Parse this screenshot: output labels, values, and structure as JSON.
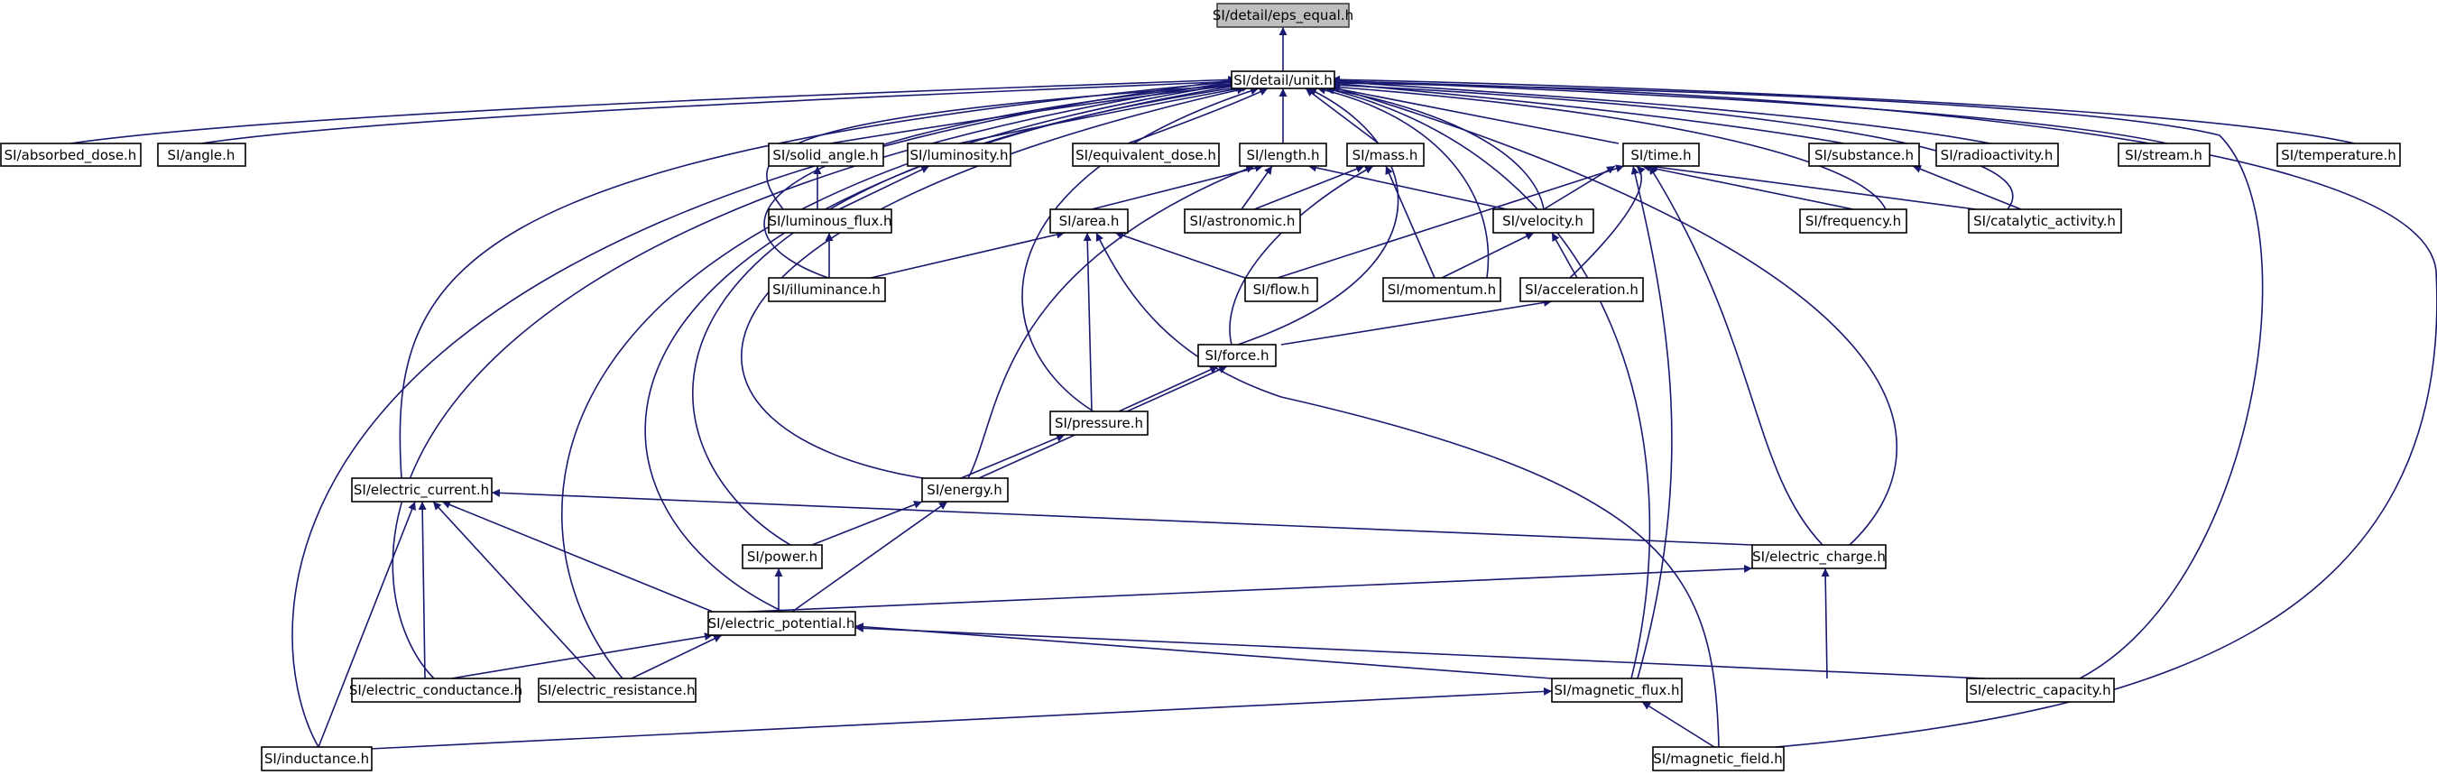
{
  "colors": {
    "edge": "#191970",
    "node_border": "#000000",
    "root_fill": "#bfbfbf",
    "node_fill": "#ffffff"
  },
  "nodes": {
    "eps_equal": "SI/detail/eps_equal.h",
    "unit": "SI/detail/unit.h",
    "absorbed_dose": "SI/absorbed_dose.h",
    "angle": "SI/angle.h",
    "solid_angle": "SI/solid_angle.h",
    "luminosity": "SI/luminosity.h",
    "equivalent_dose": "SI/equivalent_dose.h",
    "length": "SI/length.h",
    "mass": "SI/mass.h",
    "time": "SI/time.h",
    "substance": "SI/substance.h",
    "radioactivity": "SI/radioactivity.h",
    "stream": "SI/stream.h",
    "temperature": "SI/temperature.h",
    "luminous_flux": "SI/luminous_flux.h",
    "area": "SI/area.h",
    "astronomic": "SI/astronomic.h",
    "velocity": "SI/velocity.h",
    "frequency": "SI/frequency.h",
    "catalytic_activity": "SI/catalytic_activity.h",
    "illuminance": "SI/illuminance.h",
    "flow": "SI/flow.h",
    "momentum": "SI/momentum.h",
    "acceleration": "SI/acceleration.h",
    "force": "SI/force.h",
    "pressure": "SI/pressure.h",
    "electric_current": "SI/electric_current.h",
    "energy": "SI/energy.h",
    "power": "SI/power.h",
    "electric_charge": "SI/electric_charge.h",
    "electric_potential": "SI/electric_potential.h",
    "electric_conductance": "SI/electric_conductance.h",
    "electric_resistance": "SI/electric_resistance.h",
    "magnetic_flux": "SI/magnetic_flux.h",
    "electric_capacity": "SI/electric_capacity.h",
    "inductance": "SI/inductance.h",
    "magnetic_field": "SI/magnetic_field.h"
  }
}
